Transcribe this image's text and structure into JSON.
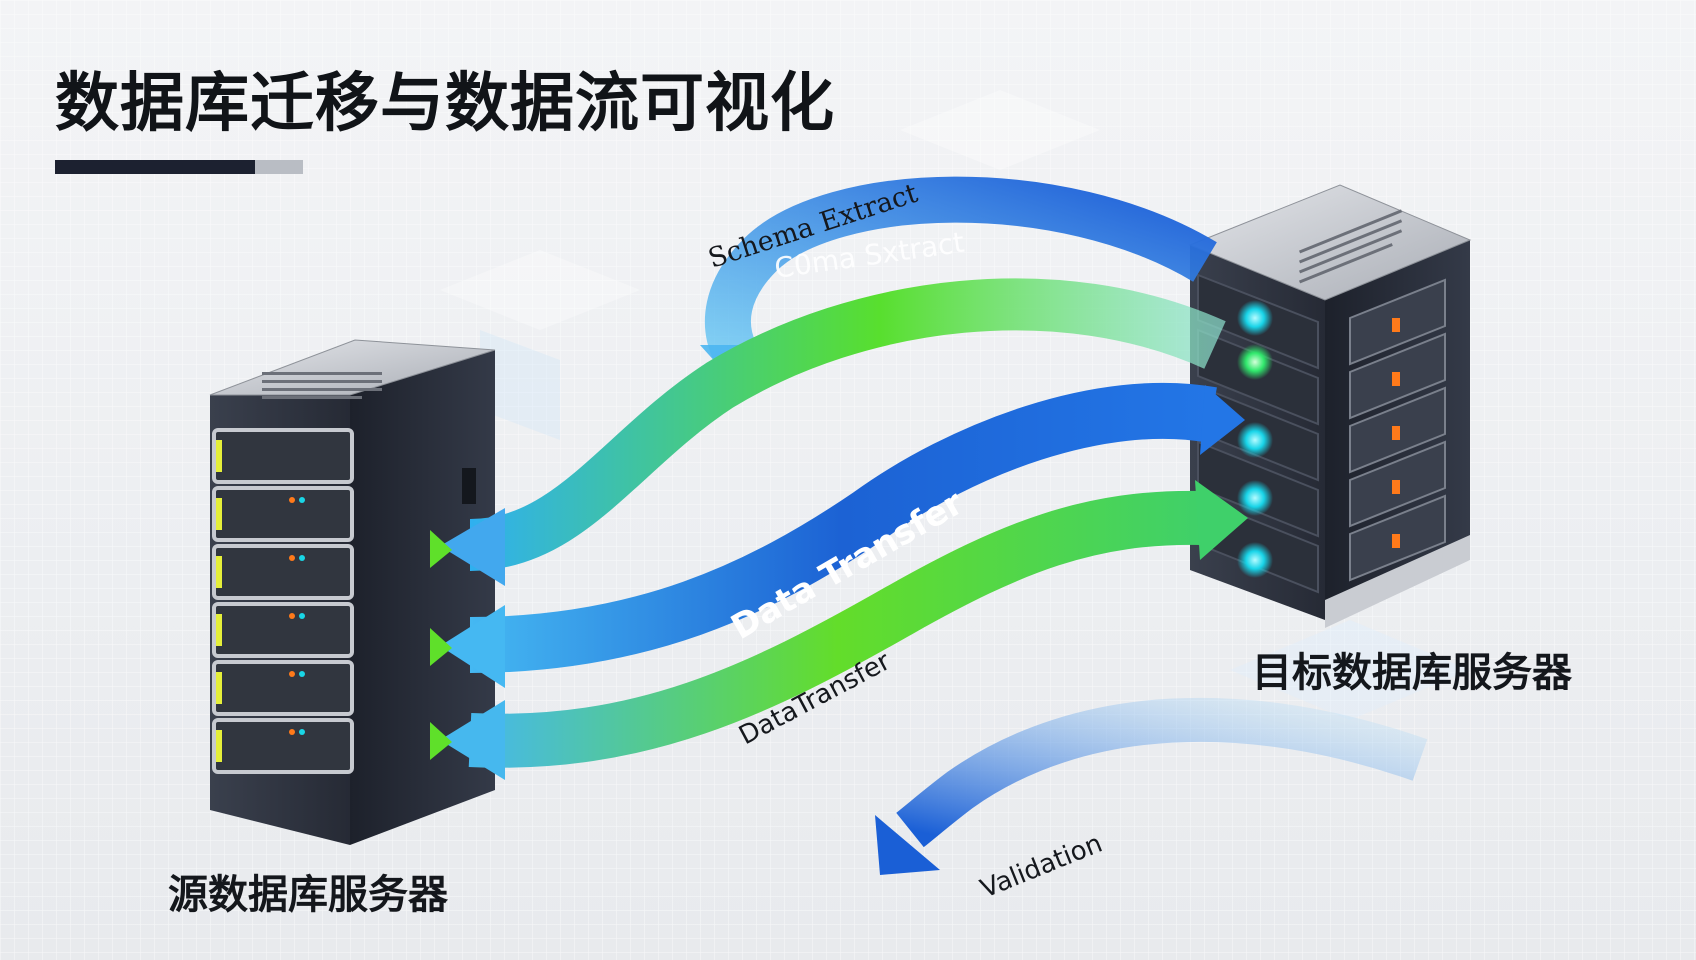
{
  "title": "数据库迁移与数据流可视化",
  "servers": {
    "source_label": "源数据库服务器",
    "target_label": "目标数据库服务器"
  },
  "flows": {
    "schema_extract_label": "Schema Extract",
    "schema_extract_overlay_label": "C0ma Sxtract",
    "data_transfer_label": "Data Transfer",
    "data_transfer_label_2": "DataTransfer",
    "validation_label": "Validation"
  },
  "colors": {
    "blue_arrow": "#1f6fe0",
    "light_blue_arrow": "#3fb0ee",
    "green_arrow": "#5fe02a",
    "server_body": "#2a2f3c",
    "server_top": "#c9ccd2",
    "led_cyan": "#19d6e6",
    "led_green": "#3df07a",
    "led_orange": "#ff7a1a"
  }
}
